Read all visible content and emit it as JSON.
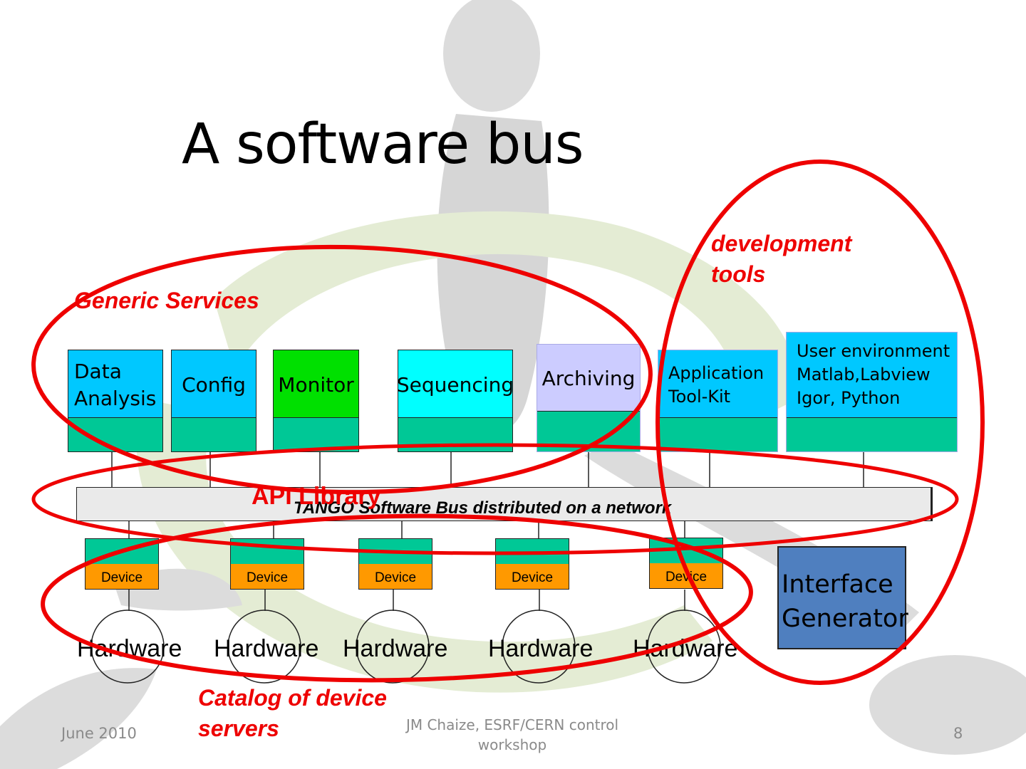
{
  "slide": {
    "title": "A software bus",
    "footer": {
      "date": "June 2010",
      "event": "JM Chaize, ESRF/CERN control workshop",
      "page": "8"
    }
  },
  "services": [
    {
      "label": "Data Analysis",
      "color": "#00c8ff"
    },
    {
      "label": "Config",
      "color": "#00c8ff"
    },
    {
      "label": "Monitor",
      "color": "#00e000"
    },
    {
      "label": "Sequencing",
      "color": "#00ffff"
    },
    {
      "label": "Archiving",
      "color": "#ccccff"
    },
    {
      "label": "Application Tool-Kit",
      "color": "#00c8ff"
    },
    {
      "label": "User environment Matlab,Labview Igor, Python",
      "color": "#00c8ff"
    }
  ],
  "bus": {
    "label": "TANGO Software Bus distributed on a network",
    "color": "#eaeaea"
  },
  "devices": {
    "label": "Device",
    "count": 5,
    "colors": {
      "api": "#00c896",
      "device": "#ff9900"
    }
  },
  "hardware": {
    "label": "Hardware",
    "count": 5
  },
  "interface_generator": {
    "label": "Interface Generator",
    "color": "#4f7fbf"
  },
  "annotations": {
    "generic_services": "Generic Services",
    "development_tools": "development tools",
    "api_library": "API Library",
    "catalog": "Catalog of device servers",
    "highlight_color": "#ee0000"
  }
}
